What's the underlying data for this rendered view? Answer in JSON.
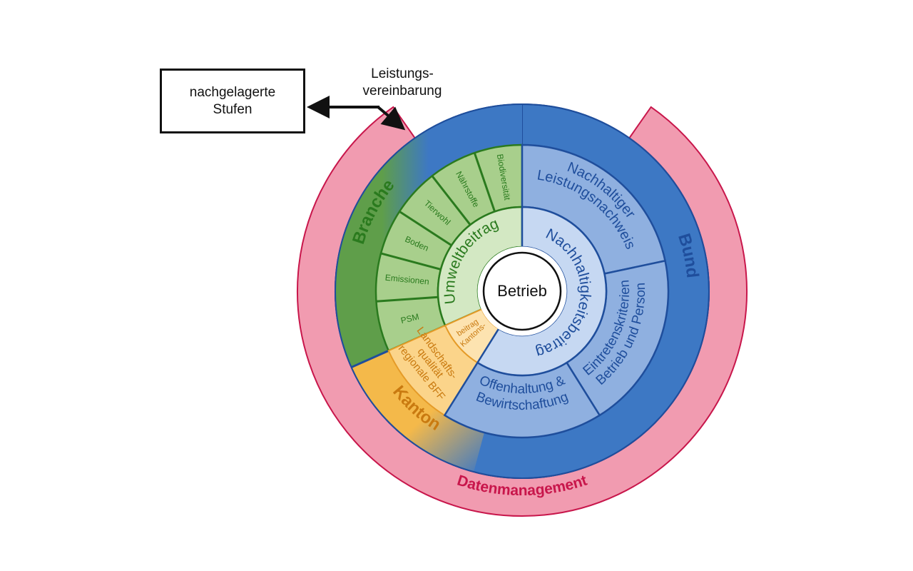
{
  "external": {
    "box_lines": [
      "nachgelagerte",
      "Stufen"
    ],
    "arrow_label_lines": [
      "Leistungs-",
      "vereinbarung"
    ]
  },
  "center": {
    "label": "Betrieb"
  },
  "inner_ring": {
    "umweltbeitrag": "Umweltbeitrag",
    "nachhaltigkeitsbeitrag": "Nachhaltigkeitsbeitrag",
    "kantonsbeitrag_lines": [
      "Kantons-",
      "beitrag"
    ]
  },
  "middle_ring": {
    "green_segments": [
      "PSM",
      "Emissionen",
      "Boden",
      "Tierwohl",
      "Nährstoffe",
      "Biodiversität"
    ],
    "landschaft_lines": [
      "Landschafts-",
      "qualität",
      "regionale BFF"
    ],
    "nachhaltiger_lines": [
      "Nachhaltiger",
      "Leistungsnachweis"
    ],
    "eintreten_lines": [
      "Eintretenskriterien",
      "Betrieb und Person"
    ],
    "offenhaltung_lines": [
      "Offenhaltung &",
      "Bewirtschaftung"
    ]
  },
  "outer_ring": {
    "branche": "Branche",
    "kanton": "Kanton",
    "bund": "Bund"
  },
  "data_ring": {
    "label": "Datenmanagement"
  },
  "colors": {
    "blue_dark": "#1f4e9c",
    "blue_outer": "#3d78c4",
    "blue_mid": "#8fb0e0",
    "blue_light": "#c6d8f2",
    "green_dark": "#2a7a1e",
    "green_outer": "#5f9e4a",
    "green_mid": "#a8cf8c",
    "green_light": "#d3e8c3",
    "orange_text": "#c97a10",
    "orange_outer": "#f4b94a",
    "orange_mid": "#fbd48a",
    "orange_light": "#fde3b0",
    "pink": "#f19bb0",
    "pink_border": "#c8164b",
    "crimson_text": "#c8164b"
  }
}
